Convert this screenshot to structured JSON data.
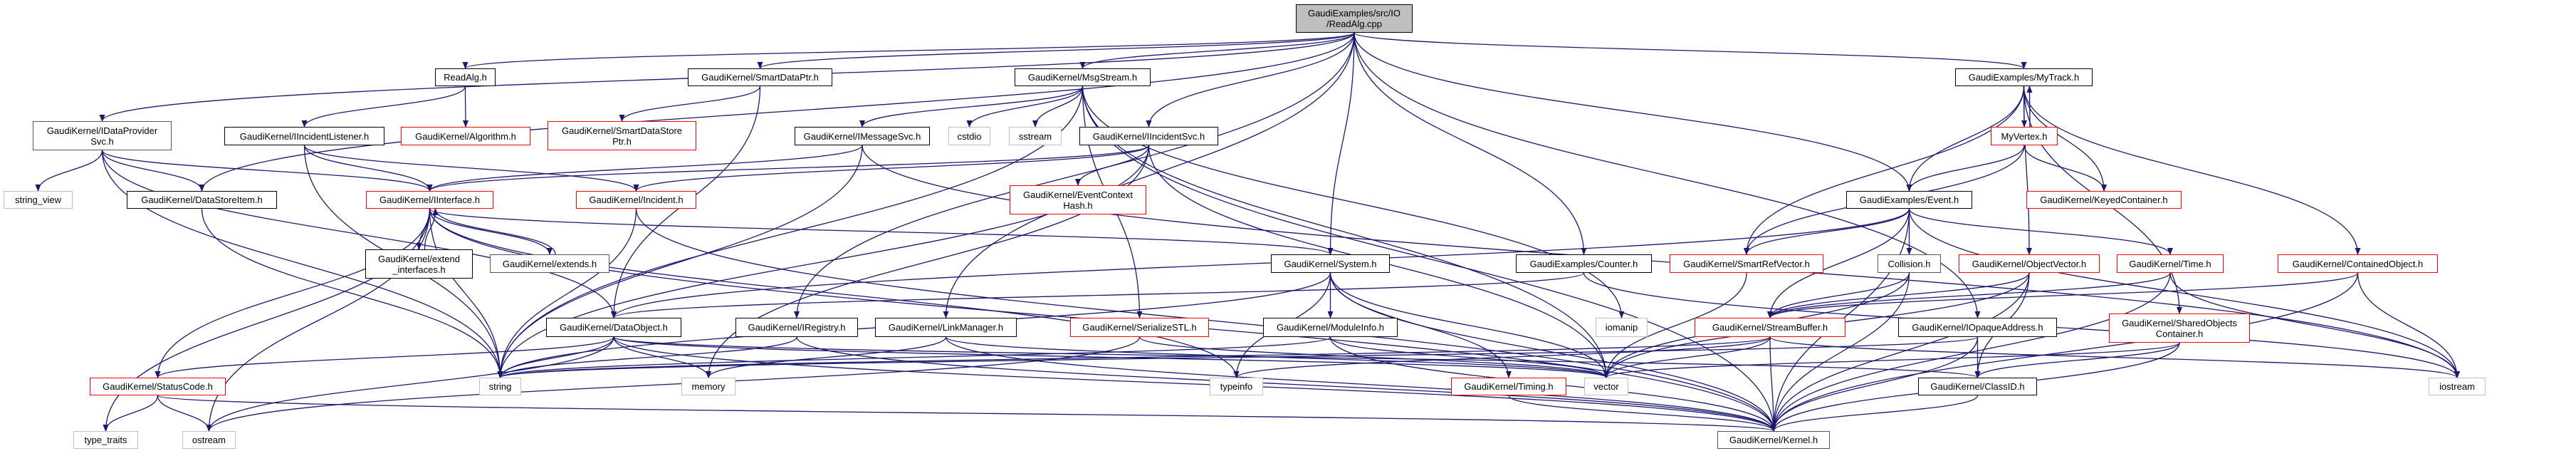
{
  "colors": {
    "edge": "#191970",
    "link_node_border": "#000000",
    "undocumented_node_border": "#ff0000",
    "system_node_border": "#bfbfbf",
    "root_fill": "#bfbfbf"
  },
  "nodes": [
    {
      "id": "root",
      "label": "GaudiExamples/src/IO\n/ReadAlg.cpp",
      "style": "root"
    },
    {
      "id": "readalg",
      "label": "ReadAlg.h",
      "style": "normal"
    },
    {
      "id": "smartdataptr",
      "label": "GaudiKernel/SmartDataPtr.h",
      "style": "normal"
    },
    {
      "id": "msgstream",
      "label": "GaudiKernel/MsgStream.h",
      "style": "normal"
    },
    {
      "id": "mytrack",
      "label": "GaudiExamples/MyTrack.h",
      "style": "normal"
    },
    {
      "id": "idataprovidersvc",
      "label": "GaudiKernel/IDataProvider\nSvc.h",
      "style": "dim"
    },
    {
      "id": "iincidentlistener",
      "label": "GaudiKernel/IIncidentListener.h",
      "style": "normal"
    },
    {
      "id": "algorithm",
      "label": "GaudiKernel/Algorithm.h",
      "style": "red"
    },
    {
      "id": "smartdatastoreptr",
      "label": "GaudiKernel/SmartDataStore\nPtr.h",
      "style": "red"
    },
    {
      "id": "imessagesvc",
      "label": "GaudiKernel/IMessageSvc.h",
      "style": "normal"
    },
    {
      "id": "cstdio",
      "label": "cstdio",
      "style": "system"
    },
    {
      "id": "sstream",
      "label": "sstream",
      "style": "system"
    },
    {
      "id": "iincidentsvc",
      "label": "GaudiKernel/IIncidentSvc.h",
      "style": "normal"
    },
    {
      "id": "myvertex",
      "label": "MyVertex.h",
      "style": "red"
    },
    {
      "id": "string_view",
      "label": "string_view",
      "style": "system"
    },
    {
      "id": "datastoreitem",
      "label": "GaudiKernel/DataStoreItem.h",
      "style": "normal"
    },
    {
      "id": "iinterface",
      "label": "GaudiKernel/IInterface.h",
      "style": "red"
    },
    {
      "id": "incident",
      "label": "GaudiKernel/Incident.h",
      "style": "red"
    },
    {
      "id": "eventcontexthash",
      "label": "GaudiKernel/EventContext\nHash.h",
      "style": "red"
    },
    {
      "id": "event",
      "label": "GaudiExamples/Event.h",
      "style": "normal"
    },
    {
      "id": "keyedcontainer",
      "label": "GaudiKernel/KeyedContainer.h",
      "style": "red"
    },
    {
      "id": "extend_interfaces",
      "label": "GaudiKernel/extend\n_interfaces.h",
      "style": "normal"
    },
    {
      "id": "extends",
      "label": "GaudiKernel/extends.h",
      "style": "dim"
    },
    {
      "id": "system",
      "label": "GaudiKernel/System.h",
      "style": "normal"
    },
    {
      "id": "counter",
      "label": "GaudiExamples/Counter.h",
      "style": "normal"
    },
    {
      "id": "smartrefvector",
      "label": "GaudiKernel/SmartRefVector.h",
      "style": "red"
    },
    {
      "id": "collision",
      "label": "Collision.h",
      "style": "dim"
    },
    {
      "id": "objectvector",
      "label": "GaudiKernel/ObjectVector.h",
      "style": "red"
    },
    {
      "id": "time",
      "label": "GaudiKernel/Time.h",
      "style": "red"
    },
    {
      "id": "containedobject",
      "label": "GaudiKernel/ContainedObject.h",
      "style": "red"
    },
    {
      "id": "dataobject",
      "label": "GaudiKernel/DataObject.h",
      "style": "normal"
    },
    {
      "id": "iregistry",
      "label": "GaudiKernel/IRegistry.h",
      "style": "normal"
    },
    {
      "id": "linkmanager",
      "label": "GaudiKernel/LinkManager.h",
      "style": "normal"
    },
    {
      "id": "serializestl",
      "label": "GaudiKernel/SerializeSTL.h",
      "style": "red"
    },
    {
      "id": "moduleinfo",
      "label": "GaudiKernel/ModuleInfo.h",
      "style": "normal"
    },
    {
      "id": "iomanip",
      "label": "iomanip",
      "style": "system"
    },
    {
      "id": "streambuffer",
      "label": "GaudiKernel/StreamBuffer.h",
      "style": "red"
    },
    {
      "id": "iopaqueaddress",
      "label": "GaudiKernel/IOpaqueAddress.h",
      "style": "normal"
    },
    {
      "id": "sharedobjectscontainer",
      "label": "GaudiKernel/SharedObjects\nContainer.h",
      "style": "red"
    },
    {
      "id": "statuscode",
      "label": "GaudiKernel/StatusCode.h",
      "style": "red"
    },
    {
      "id": "string",
      "label": "string",
      "style": "system"
    },
    {
      "id": "memory",
      "label": "memory",
      "style": "system"
    },
    {
      "id": "typeinfo",
      "label": "typeinfo",
      "style": "system"
    },
    {
      "id": "timing",
      "label": "GaudiKernel/Timing.h",
      "style": "red"
    },
    {
      "id": "vector",
      "label": "vector",
      "style": "system"
    },
    {
      "id": "classid",
      "label": "GaudiKernel/ClassID.h",
      "style": "normal"
    },
    {
      "id": "iostream",
      "label": "iostream",
      "style": "system"
    },
    {
      "id": "type_traits",
      "label": "type_traits",
      "style": "system"
    },
    {
      "id": "ostream",
      "label": "ostream",
      "style": "system"
    },
    {
      "id": "kernel",
      "label": "GaudiKernel/Kernel.h",
      "style": "dim"
    }
  ],
  "edges": [
    [
      "root",
      "idataprovidersvc"
    ],
    [
      "root",
      "datastoreitem"
    ],
    [
      "root",
      "readalg"
    ],
    [
      "root",
      "smartdataptr"
    ],
    [
      "root",
      "msgstream"
    ],
    [
      "root",
      "iincidentsvc"
    ],
    [
      "root",
      "system"
    ],
    [
      "root",
      "linkmanager"
    ],
    [
      "root",
      "iregistry"
    ],
    [
      "root",
      "counter"
    ],
    [
      "root",
      "mytrack"
    ],
    [
      "root",
      "event"
    ],
    [
      "root",
      "iopaqueaddress"
    ],
    [
      "readalg",
      "iincidentlistener"
    ],
    [
      "readalg",
      "algorithm"
    ],
    [
      "smartdataptr",
      "smartdatastoreptr"
    ],
    [
      "smartdataptr",
      "dataobject"
    ],
    [
      "idataprovidersvc",
      "string_view"
    ],
    [
      "idataprovidersvc",
      "datastoreitem"
    ],
    [
      "idataprovidersvc",
      "iinterface"
    ],
    [
      "idataprovidersvc",
      "string"
    ],
    [
      "idataprovidersvc",
      "dataobject"
    ],
    [
      "iincidentlistener",
      "iinterface"
    ],
    [
      "iincidentlistener",
      "incident"
    ],
    [
      "iincidentlistener",
      "string"
    ],
    [
      "iinterface",
      "extend_interfaces"
    ],
    [
      "iinterface",
      "extends"
    ],
    [
      "iinterface",
      "system"
    ],
    [
      "iinterface",
      "statuscode"
    ],
    [
      "iinterface",
      "string"
    ],
    [
      "iinterface",
      "type_traits"
    ],
    [
      "iinterface",
      "ostream"
    ],
    [
      "iinterface",
      "kernel"
    ],
    [
      "iinterface",
      "typeinfo"
    ],
    [
      "extend_interfaces",
      "iinterface"
    ],
    [
      "extends",
      "iinterface"
    ],
    [
      "incident",
      "string"
    ],
    [
      "incident",
      "kernel"
    ],
    [
      "datastoreitem",
      "string"
    ],
    [
      "msgstream",
      "imessagesvc"
    ],
    [
      "msgstream",
      "cstdio"
    ],
    [
      "msgstream",
      "sstream"
    ],
    [
      "msgstream",
      "string"
    ],
    [
      "msgstream",
      "iomanip"
    ],
    [
      "msgstream",
      "vector"
    ],
    [
      "msgstream",
      "serializestl"
    ],
    [
      "msgstream",
      "kernel"
    ],
    [
      "imessagesvc",
      "iinterface"
    ],
    [
      "imessagesvc",
      "string"
    ],
    [
      "imessagesvc",
      "iostream"
    ],
    [
      "iincidentsvc",
      "iinterface"
    ],
    [
      "iincidentsvc",
      "incident"
    ],
    [
      "iincidentsvc",
      "eventcontexthash"
    ],
    [
      "iincidentsvc",
      "string"
    ],
    [
      "iincidentsvc",
      "vector"
    ],
    [
      "iincidentsvc",
      "memory"
    ],
    [
      "system",
      "typeinfo"
    ],
    [
      "system",
      "moduleinfo"
    ],
    [
      "system",
      "timing"
    ],
    [
      "system",
      "vector"
    ],
    [
      "system",
      "string"
    ],
    [
      "system",
      "kernel"
    ],
    [
      "counter",
      "dataobject"
    ],
    [
      "counter",
      "iostream"
    ],
    [
      "dataobject",
      "statuscode"
    ],
    [
      "dataobject",
      "string"
    ],
    [
      "dataobject",
      "memory"
    ],
    [
      "dataobject",
      "ostream"
    ],
    [
      "dataobject",
      "kernel"
    ],
    [
      "dataobject",
      "classid"
    ],
    [
      "dataobject",
      "vector"
    ],
    [
      "iregistry",
      "string"
    ],
    [
      "iregistry",
      "kernel"
    ],
    [
      "linkmanager",
      "memory"
    ],
    [
      "linkmanager",
      "vector"
    ],
    [
      "linkmanager",
      "kernel"
    ],
    [
      "serializestl",
      "ostream"
    ],
    [
      "serializestl",
      "vector"
    ],
    [
      "moduleinfo",
      "string"
    ],
    [
      "moduleinfo",
      "vector"
    ],
    [
      "moduleinfo",
      "kernel"
    ],
    [
      "statuscode",
      "type_traits"
    ],
    [
      "statuscode",
      "ostream"
    ],
    [
      "statuscode",
      "kernel"
    ],
    [
      "timing",
      "kernel"
    ],
    [
      "mytrack",
      "myvertex"
    ],
    [
      "mytrack",
      "event"
    ],
    [
      "mytrack",
      "keyedcontainer"
    ],
    [
      "mytrack",
      "smartrefvector"
    ],
    [
      "mytrack",
      "objectvector"
    ],
    [
      "mytrack",
      "sharedobjectscontainer"
    ],
    [
      "mytrack",
      "containedobject"
    ],
    [
      "myvertex",
      "mytrack"
    ],
    [
      "myvertex",
      "event"
    ],
    [
      "myvertex",
      "keyedcontainer"
    ],
    [
      "myvertex",
      "smartrefvector"
    ],
    [
      "event",
      "smartrefvector"
    ],
    [
      "event",
      "collision"
    ],
    [
      "event",
      "time"
    ],
    [
      "event",
      "streambuffer"
    ],
    [
      "event",
      "iostream"
    ],
    [
      "event",
      "dataobject"
    ],
    [
      "event",
      "kernel"
    ],
    [
      "collision",
      "streambuffer"
    ],
    [
      "collision",
      "kernel"
    ],
    [
      "collision",
      "vector"
    ],
    [
      "objectvector",
      "streambuffer"
    ],
    [
      "objectvector",
      "classid"
    ],
    [
      "objectvector",
      "vector"
    ],
    [
      "objectvector",
      "kernel"
    ],
    [
      "time",
      "streambuffer"
    ],
    [
      "time",
      "iostream"
    ],
    [
      "time",
      "kernel"
    ],
    [
      "containedobject",
      "streambuffer"
    ],
    [
      "containedobject",
      "iostream"
    ],
    [
      "containedobject",
      "kernel"
    ],
    [
      "smartrefvector",
      "vector"
    ],
    [
      "streambuffer",
      "kernel"
    ],
    [
      "streambuffer",
      "vector"
    ],
    [
      "streambuffer",
      "string"
    ],
    [
      "streambuffer",
      "typeinfo"
    ],
    [
      "streambuffer",
      "iostream"
    ],
    [
      "iopaqueaddress",
      "classid"
    ],
    [
      "iopaqueaddress",
      "kernel"
    ],
    [
      "iopaqueaddress",
      "string"
    ],
    [
      "sharedobjectscontainer",
      "classid"
    ],
    [
      "sharedobjectscontainer",
      "kernel"
    ],
    [
      "sharedobjectscontainer",
      "vector"
    ],
    [
      "classid",
      "kernel"
    ]
  ]
}
